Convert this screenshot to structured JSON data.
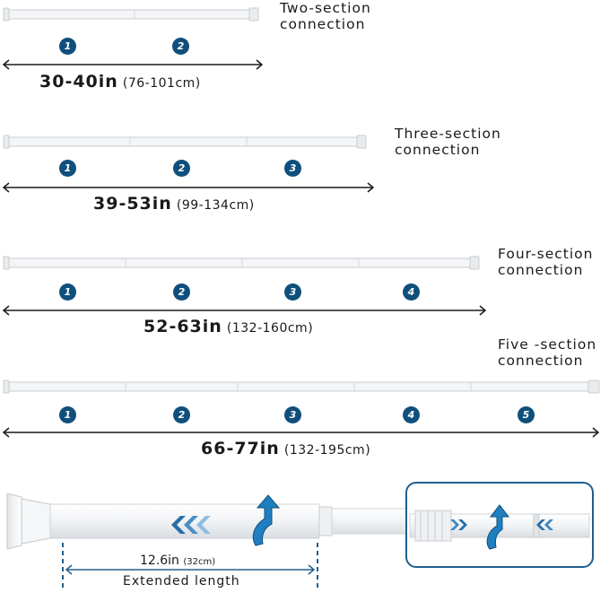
{
  "colors": {
    "accent": "#0f4f7c",
    "arrow_blue": "#1f7fc0",
    "rod_white": "#f4f5f6",
    "rod_edge": "#c9ccd0",
    "line": "#1a1a1a"
  },
  "sections": [
    {
      "label_line1": "Two-section",
      "label_line2": "connection",
      "badges": [
        "1",
        "2"
      ],
      "length_main": "30-40in",
      "length_sub": "(76-101cm)"
    },
    {
      "label_line1": "Three-section",
      "label_line2": "connection",
      "badges": [
        "1",
        "2",
        "3"
      ],
      "length_main": "39-53in",
      "length_sub": "(99-134cm)"
    },
    {
      "label_line1": "Four-section",
      "label_line2": "connection",
      "badges": [
        "1",
        "2",
        "3",
        "4"
      ],
      "length_main": "52-63in",
      "length_sub": "(132-160cm)"
    },
    {
      "label_line1": "Five -section",
      "label_line2": "connection",
      "badges": [
        "1",
        "2",
        "3",
        "4",
        "5"
      ],
      "length_main": "66-77in",
      "length_sub": "(132-195cm)"
    }
  ],
  "extension": {
    "value_main": "12.6in",
    "value_sub": "(32cm)",
    "label": "Extended length"
  },
  "icons": {
    "rotate_arrow": "rotate-arrow-icon",
    "chevrons": "double-chevron-icon"
  }
}
